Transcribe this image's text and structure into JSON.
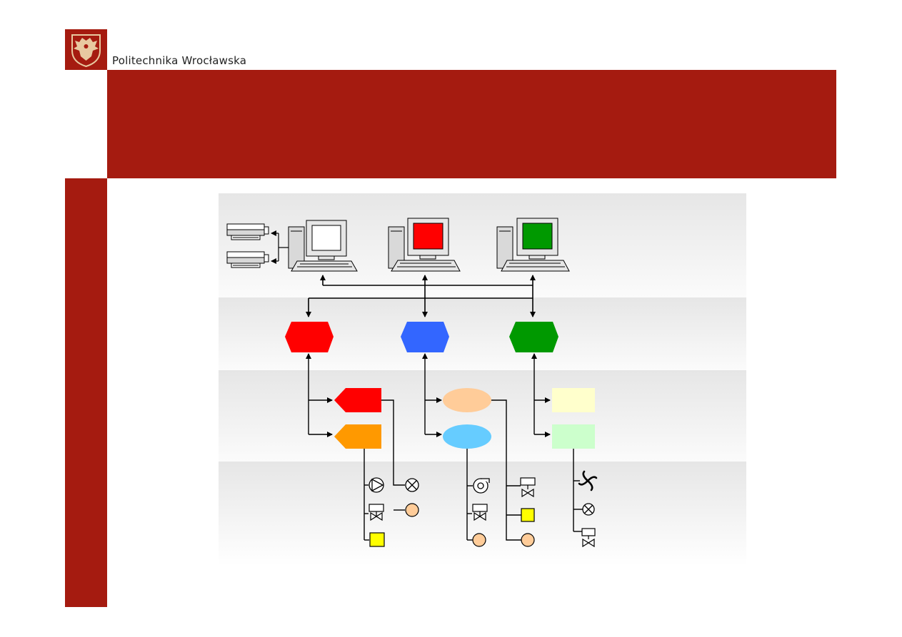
{
  "header": {
    "institution_name": "Politechnika Wrocławska",
    "logo_icon": "eagle-crest-icon"
  },
  "colors": {
    "brand_red": "#A51B10",
    "level_band_top": "#e9e9e9",
    "level_band_bottom": "#ffffff",
    "controller_red": "#ff0000",
    "controller_blue": "#3366ff",
    "controller_green": "#009900",
    "module_red": "#ff0000",
    "module_orange": "#ff9900",
    "module_peach": "#ffcc99",
    "module_cyan": "#66ccff",
    "module_cream": "#ffffcc",
    "module_mint": "#ccffcc",
    "sensor_yellow": "#ffff00",
    "sensor_peach": "#ffcc99"
  },
  "diagram": {
    "levels": 4,
    "workstations": [
      {
        "screen_color": "#ffffff",
        "printers": 2
      },
      {
        "screen_color": "#ff0000",
        "printers": 0
      },
      {
        "screen_color": "#009900",
        "printers": 0
      }
    ],
    "field_devices": {
      "group_1_col_a": [
        "pump-icon",
        "valve-actuator-icon",
        "yellow-square-sensor"
      ],
      "group_1_col_b": [
        "lamp-cross-icon",
        "peach-circle-sensor"
      ],
      "group_2_col_a": [
        "blower-icon",
        "valve-actuator-icon",
        "peach-circle-sensor"
      ],
      "group_2_col_b": [
        "valve-actuator-icon",
        "yellow-square-sensor",
        "peach-circle-sensor"
      ],
      "group_3": [
        "fan-icon",
        "lamp-cross-icon",
        "valve-actuator-icon"
      ]
    }
  }
}
